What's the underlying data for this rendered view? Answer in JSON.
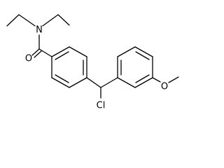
{
  "molecule": {
    "atoms": {
      "nitrogen": "N",
      "carbonyl_oxygen": "O",
      "chlorine": "Cl",
      "methoxy_oxygen": "O"
    }
  },
  "colors": {
    "bond": "#000000",
    "label": "#000000",
    "background": "#ffffff"
  }
}
